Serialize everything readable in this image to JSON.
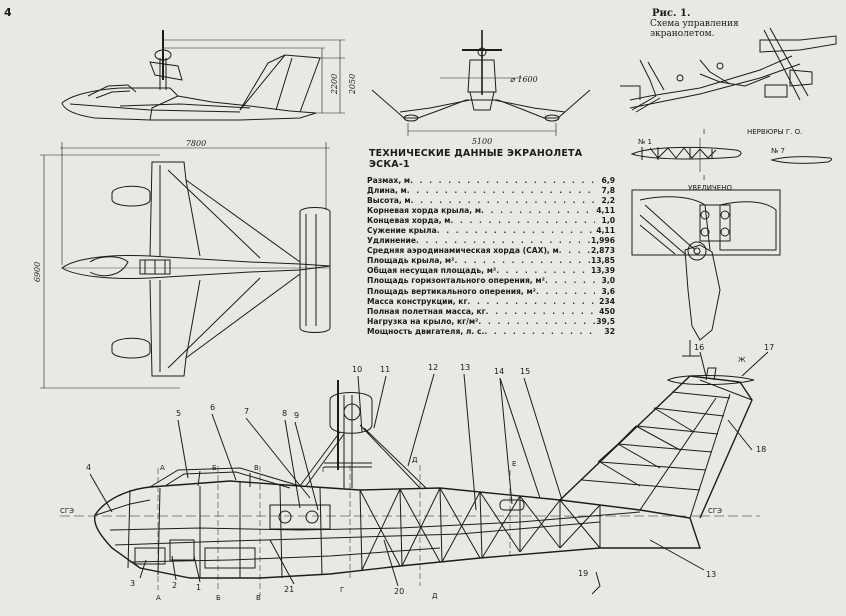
{
  "page_number": "4",
  "figure": {
    "title": "Рис. 1.",
    "caption_line1": "Схема управления",
    "caption_line2": "экранолетом."
  },
  "specs": {
    "title": "ТЕХНИЧЕСКИЕ ДАННЫЕ ЭКРАНОЛЕТА ЭСКА-1",
    "rows": [
      {
        "label": "Размах, м",
        "value": "6,9"
      },
      {
        "label": "Длина, м",
        "value": "7,8"
      },
      {
        "label": "Высота, м",
        "value": "2,2"
      },
      {
        "label": "Корневая хорда крыла, м",
        "value": "4,11"
      },
      {
        "label": "Концевая хорда, м",
        "value": "1,0"
      },
      {
        "label": "Сужение крыла",
        "value": "4,11"
      },
      {
        "label": "Удлинение",
        "value": "1,996"
      },
      {
        "label": "Средняя аэродинамическая хорда (САХ), м",
        "value": "2,873"
      },
      {
        "label": "Площадь крыла, м²",
        "value": "13,85"
      },
      {
        "label": "Общая несущая площадь, м²",
        "value": "13,39"
      },
      {
        "label": "Площадь горизонтального оперения, м²",
        "value": "3,0"
      },
      {
        "label": "Площадь вертикального оперения, м²",
        "value": "3,6"
      },
      {
        "label": "Масса конструкции, кг",
        "value": "234"
      },
      {
        "label": "Полная полетная масса, кг",
        "value": "450"
      },
      {
        "label": "Нагрузка на крыло, кг/м²",
        "value": "39,5"
      },
      {
        "label": "Мощность двигателя, л. с.",
        "value": "32"
      }
    ]
  },
  "dimensions": {
    "side_height_1": "2200",
    "side_height_2": "2050",
    "prop_diameter": "⌀ 1600",
    "front_width": "5100",
    "top_length": "7800",
    "top_span": "6900"
  },
  "rib_labels": {
    "header": "НЕРВЮРЫ Г. О.",
    "n1": "№ 1",
    "n7": "№ 7",
    "roman": "I",
    "enlarged": "УВЕЛИЧЕНО"
  },
  "section_marks": {
    "A": "А",
    "B": "Б",
    "V": "В",
    "G": "Г",
    "D": "Д",
    "E": "Е",
    "ZH": "Ж",
    "SGE": "СГЭ"
  },
  "callouts": [
    "1",
    "2",
    "3",
    "4",
    "5",
    "6",
    "7",
    "8",
    "9",
    "10",
    "11",
    "12",
    "13",
    "14",
    "15",
    "16",
    "17",
    "18",
    "19",
    "20",
    "21"
  ],
  "colors": {
    "paper": "#e9e8e3",
    "ink": "#1c1c1c"
  }
}
